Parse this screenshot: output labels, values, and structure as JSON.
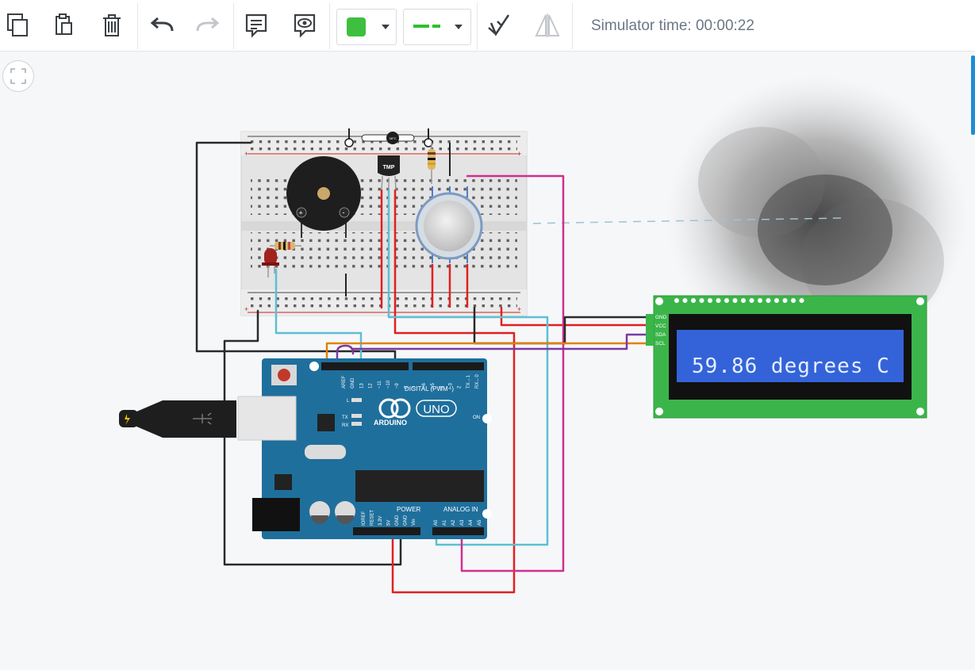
{
  "toolbar": {
    "sim_time": "Simulator time: 00:00:22",
    "fill_color": "#3fbf3f",
    "wire_color": "#2fbf2f"
  },
  "icons": [
    "copy-icon",
    "paste-icon",
    "delete-icon",
    "undo-icon",
    "redo-icon",
    "notes-icon",
    "annotations-icon",
    "color-icon",
    "wire-type-icon",
    "rotate-icon",
    "mirror-icon",
    "fit-view-icon"
  ],
  "lcd": {
    "text": "59.86 degrees C",
    "pins": [
      "GND",
      "VCC",
      "SDA",
      "SCL"
    ]
  },
  "arduino": {
    "brand": "ARDUINO",
    "model": "UNO",
    "digital_label": "DIGITAL (PWM~)",
    "power_label": "POWER",
    "analog_label": "ANALOG IN",
    "on_label": "ON",
    "l_label": "L",
    "tx_label": "TX",
    "rx_label": "RX",
    "top_pins": [
      "AREF",
      "GND",
      "13",
      "12",
      "~11",
      "~10",
      "~9",
      "8",
      "7",
      "~6",
      "~5",
      "4",
      "~3",
      "2",
      "TX→1",
      "RX←0"
    ],
    "power_pins": [
      "IOREF",
      "RESET",
      "3.3V",
      "5V",
      "GND",
      "GND",
      "Vin"
    ],
    "analog_pins": [
      "A0",
      "A1",
      "A2",
      "A3",
      "A4",
      "A5"
    ]
  },
  "components": {
    "tmp_label": "TMP",
    "slider_label": "38°C"
  }
}
